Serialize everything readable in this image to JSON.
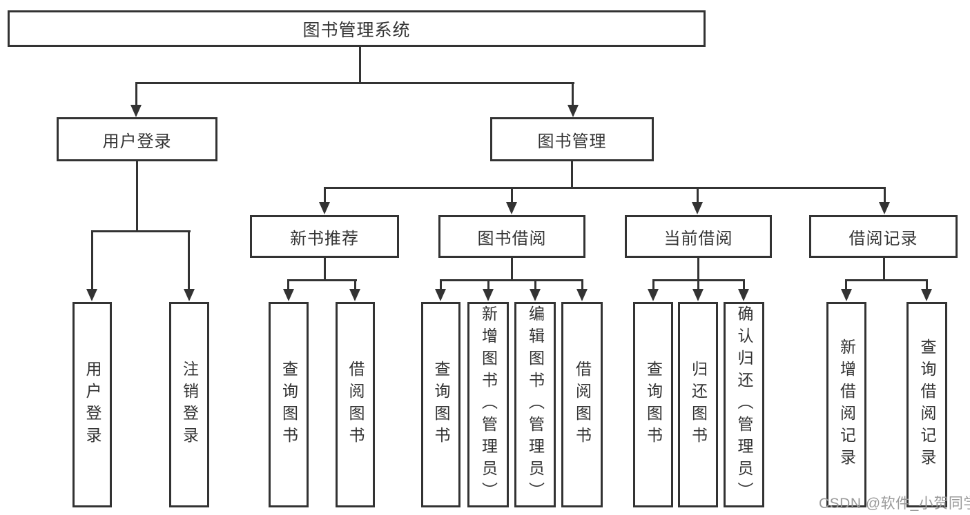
{
  "diagram": {
    "title": "图书管理系统",
    "level2": {
      "user_login": "用户登录",
      "book_mgmt": "图书管理"
    },
    "level3": {
      "new_book": "新书推荐",
      "book_borrow": "图书借阅",
      "current_borrow": "当前借阅",
      "borrow_record": "借阅记录"
    },
    "leaves": {
      "login_1": "用户登录",
      "login_2": "注销登录",
      "newbook_1": "查询图书",
      "newbook_2": "借阅图书",
      "borrow_1": "查询图书",
      "borrow_2": "新增图书（管理员）",
      "borrow_3": "编辑图书（管理员）",
      "borrow_4": "借阅图书",
      "current_1": "查询图书",
      "current_2": "归还图书",
      "current_3": "确认归还（管理员）",
      "record_1": "新增借阅记录",
      "record_2": "查询借阅记录"
    }
  },
  "watermark": {
    "text": "CSDN @软件_小贺同学"
  },
  "colors": {
    "line": "#333333",
    "text": "#333333",
    "watermark_text": "#9a9a9a",
    "background": "#ffffff"
  }
}
